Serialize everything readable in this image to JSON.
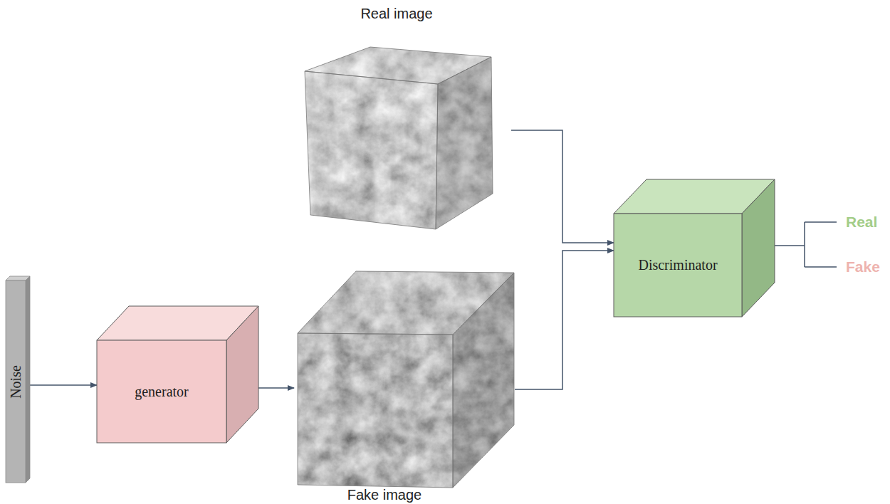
{
  "diagram": {
    "nodes": [
      {
        "text": [
          "Real image"
        ]
      },
      {
        "text": [
          "Discriminator"
        ]
      },
      {
        "text": [
          "Noise"
        ]
      },
      {
        "text": [
          "generator"
        ]
      },
      {
        "text": [
          "Fake image"
        ]
      }
    ],
    "edges": [
      {
        "from": 2,
        "to": 3,
        "arrow": "to"
      },
      {
        "from": 3,
        "to": 4,
        "arrow": "to"
      },
      {
        "from": 0,
        "to": 1,
        "arrow": "to"
      },
      {
        "from": 4,
        "to": 1,
        "arrow": "to"
      }
    ],
    "labels": [
      "Real",
      "Fake"
    ]
  }
}
